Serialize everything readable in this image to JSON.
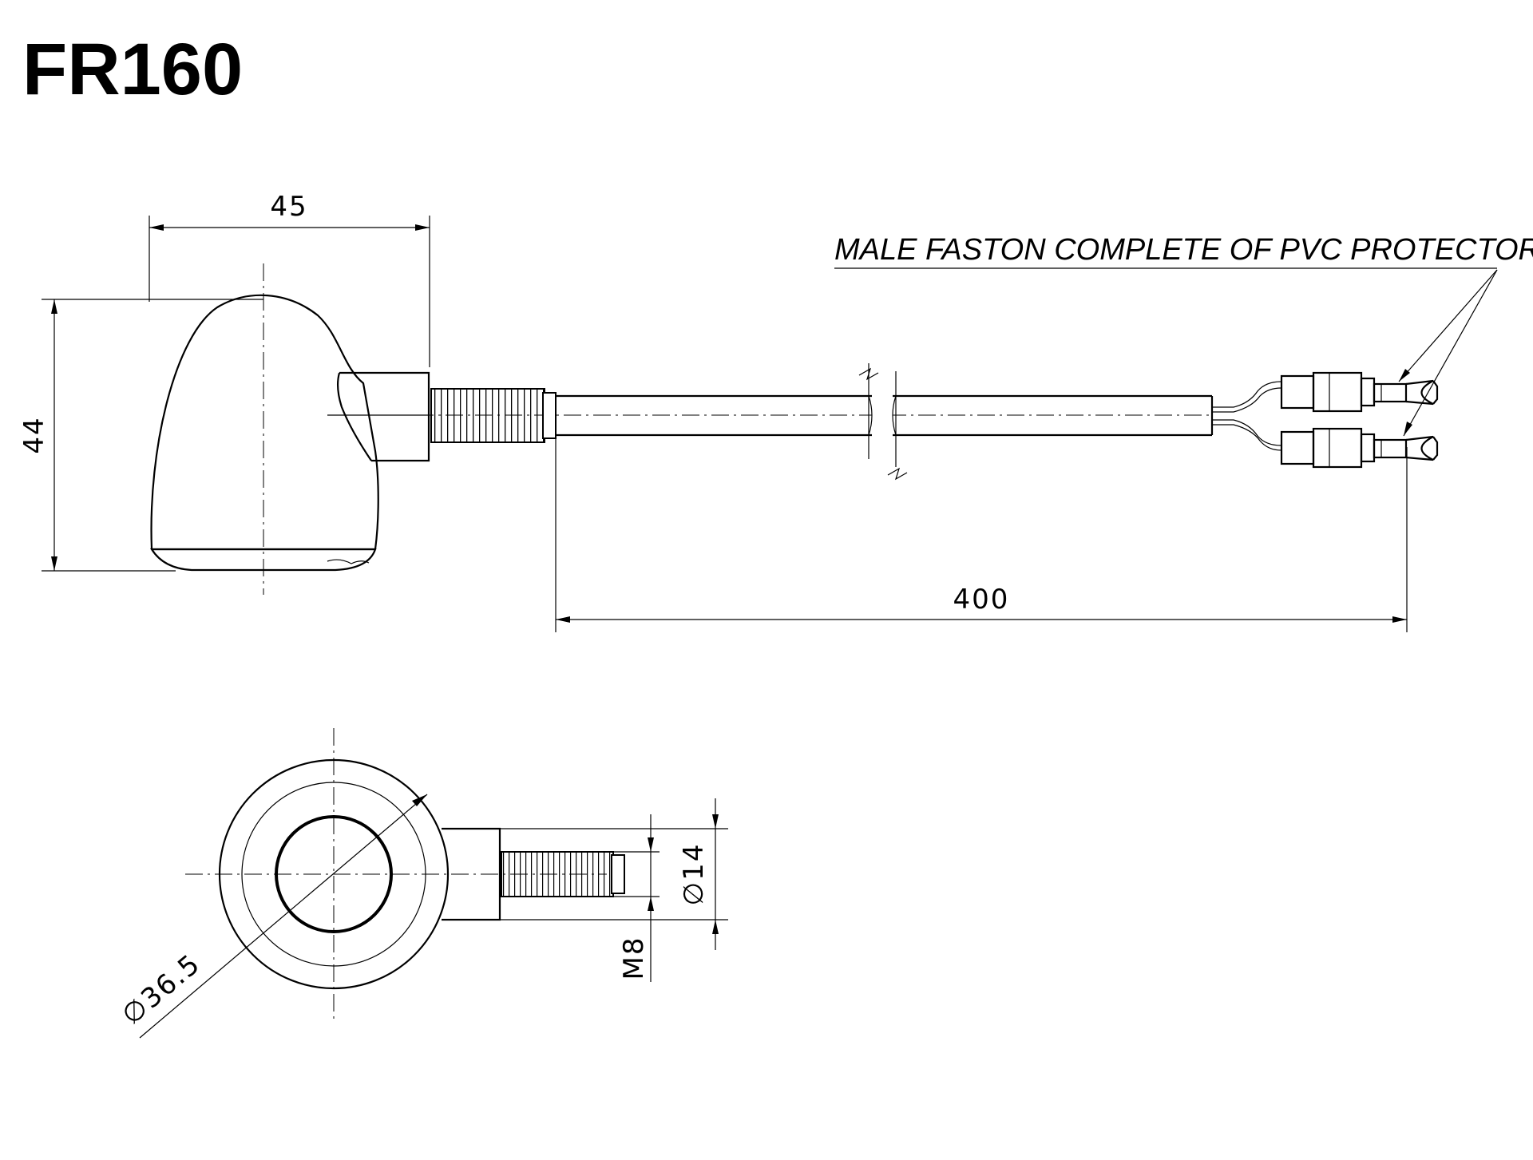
{
  "title": "FR160",
  "note": "MALE FASTON COMPLETE OF PVC PROTECTOR",
  "dimensions": {
    "width": "45",
    "height": "44",
    "cable_length": "400",
    "lens_diameter": "36.5",
    "diameter_symbol": "∅",
    "boss_diameter": "14",
    "thread": "M8"
  },
  "colors": {
    "line": "#000000",
    "background": "#ffffff"
  }
}
